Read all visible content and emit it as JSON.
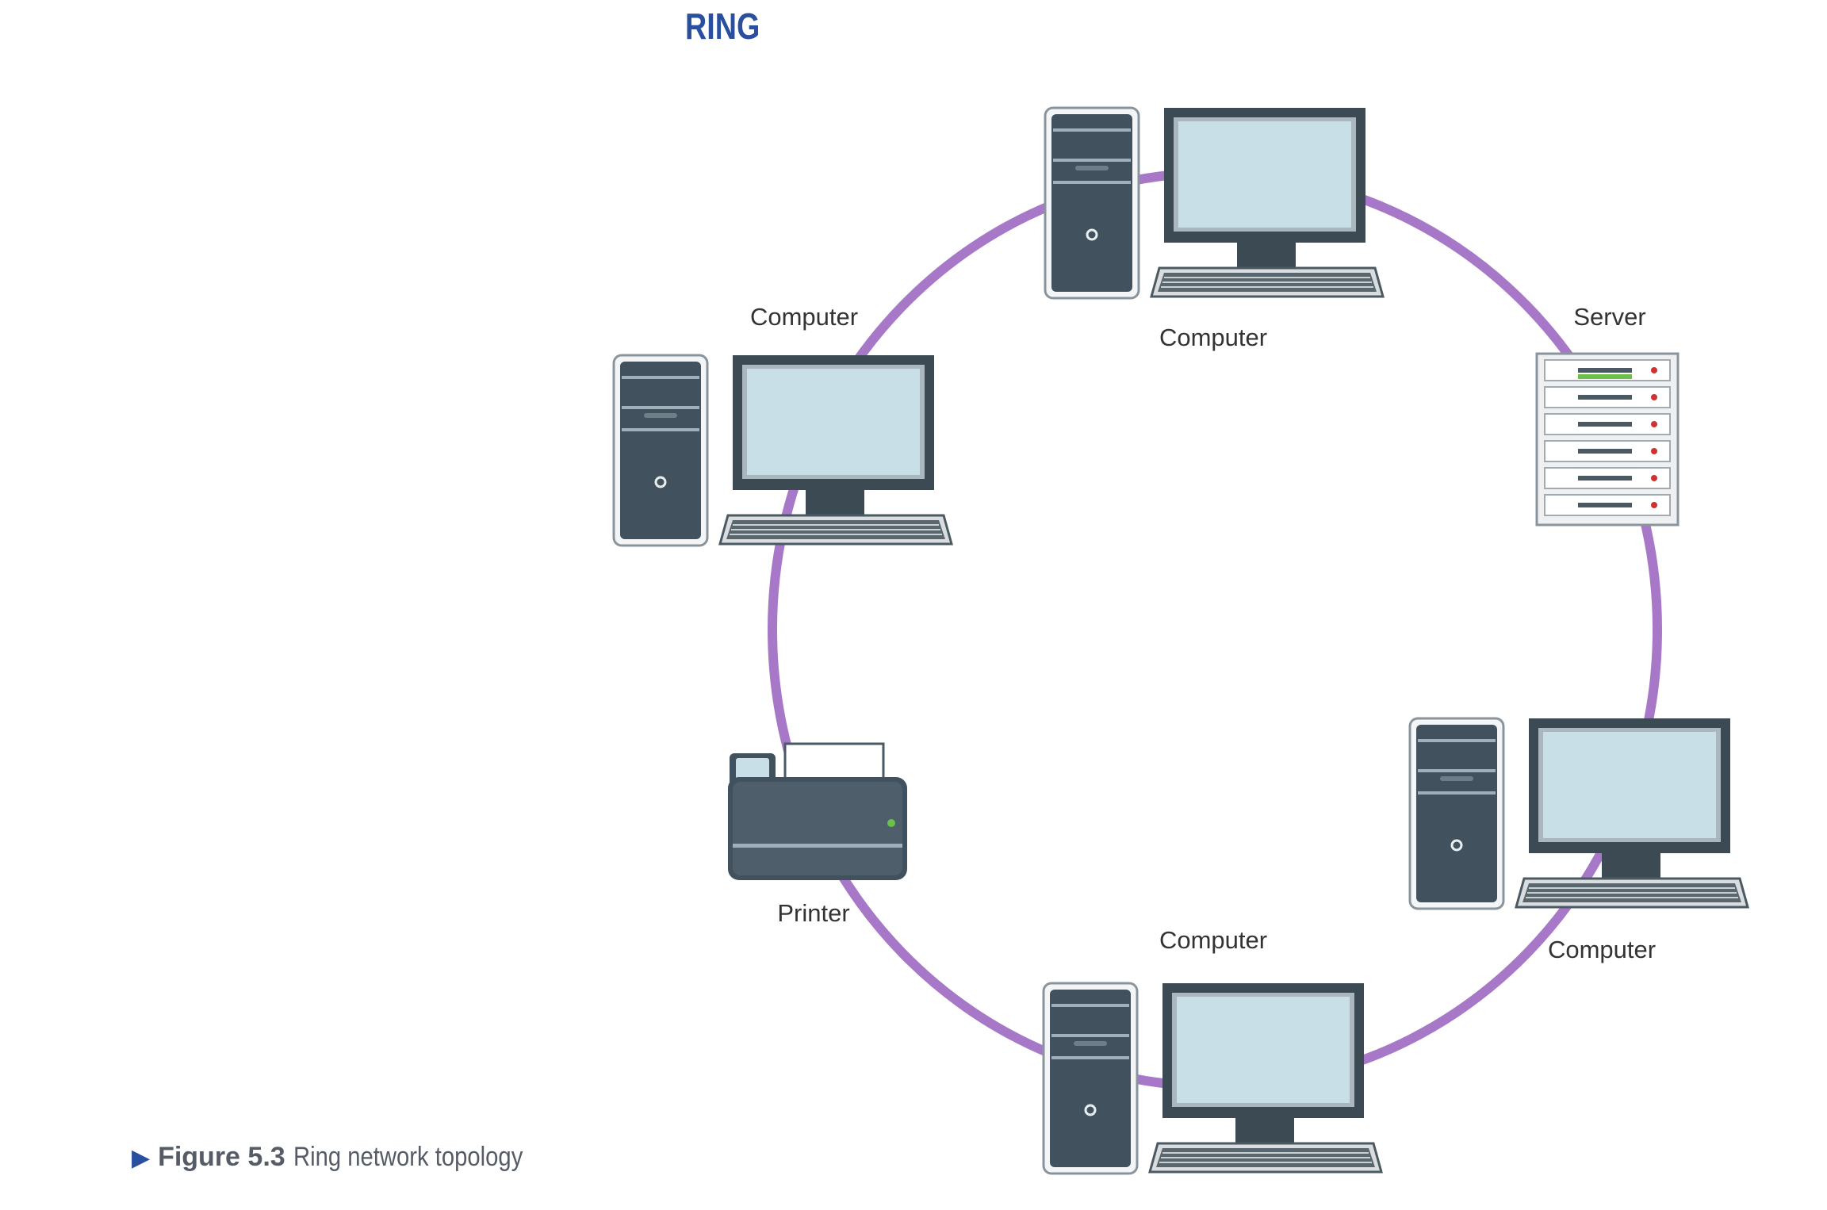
{
  "title": "RING",
  "caption": {
    "marker": "▶",
    "figure_number": "Figure 5.3",
    "text": "Ring network topology"
  },
  "diagram": {
    "type": "ring-topology",
    "ring_color": "#a878c8",
    "device_color": "#41525e",
    "screen_color": "#c8dfe8",
    "nodes": [
      {
        "id": "computer-top",
        "kind": "computer",
        "label": "Computer"
      },
      {
        "id": "server-right",
        "kind": "server",
        "label": "Server"
      },
      {
        "id": "computer-lower-right",
        "kind": "computer",
        "label": "Computer"
      },
      {
        "id": "computer-bottom",
        "kind": "computer",
        "label": "Computer"
      },
      {
        "id": "printer-left",
        "kind": "printer",
        "label": "Printer"
      },
      {
        "id": "computer-upper-left",
        "kind": "computer",
        "label": "Computer"
      }
    ]
  }
}
